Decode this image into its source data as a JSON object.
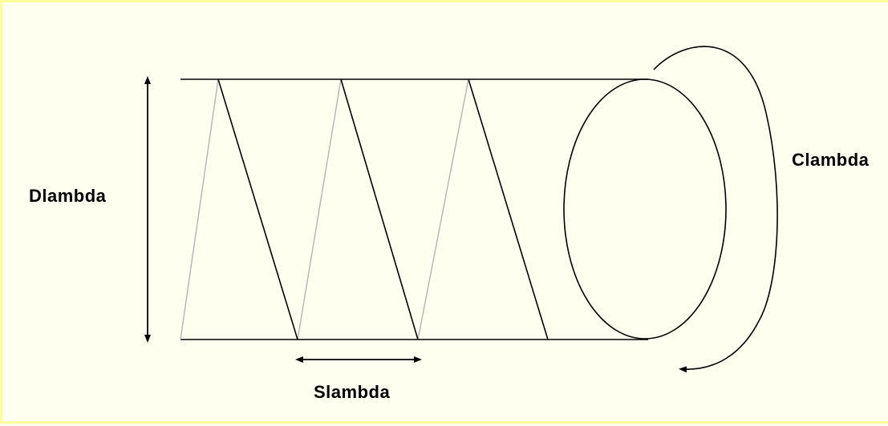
{
  "labels": {
    "diameter": "Dlambda",
    "spacing": "Slambda",
    "circumference": "Clambda"
  },
  "colors": {
    "background": "#fffff0",
    "border": "#ffff99",
    "front_line": "#000000",
    "back_line": "#b4b4b4"
  }
}
